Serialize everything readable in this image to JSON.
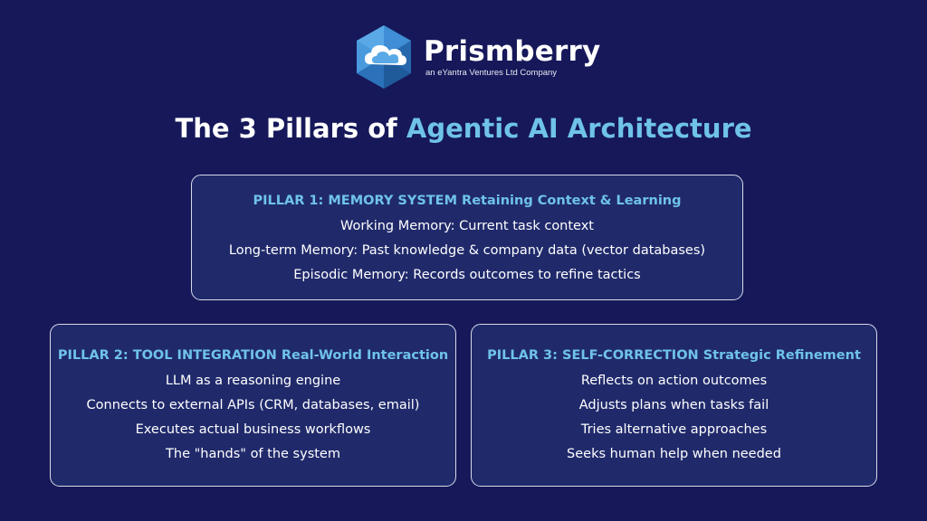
{
  "brand": {
    "name": "Prismberry",
    "tagline": "an eYantra Ventures Ltd Company"
  },
  "title": {
    "prefix": "The 3 Pillars of ",
    "accent": "Agentic AI Architecture"
  },
  "pillars": [
    {
      "heading": "PILLAR 1: MEMORY SYSTEM Retaining Context & Learning",
      "items": [
        "Working Memory: Current task context",
        "Long-term Memory: Past knowledge & company data (vector databases)",
        "Episodic Memory: Records outcomes to refine tactics"
      ]
    },
    {
      "heading": "PILLAR 2: TOOL INTEGRATION Real-World Interaction",
      "items": [
        "LLM as a reasoning engine",
        "Connects to external APIs (CRM, databases, email)",
        "Executes actual business workflows",
        "The \"hands\" of the system"
      ]
    },
    {
      "heading": "PILLAR 3: SELF-CORRECTION Strategic Refinement",
      "items": [
        "Reflects on action outcomes",
        "Adjusts plans when tasks fail",
        "Tries alternative approaches",
        "Seeks human help when needed"
      ]
    }
  ],
  "colors": {
    "background": "#16185a",
    "card": "#202a6b",
    "accent": "#6fc3e8",
    "card_border": "#d8dbe8"
  },
  "icons": {
    "logo": "cloud-hexagon-logo-icon"
  }
}
